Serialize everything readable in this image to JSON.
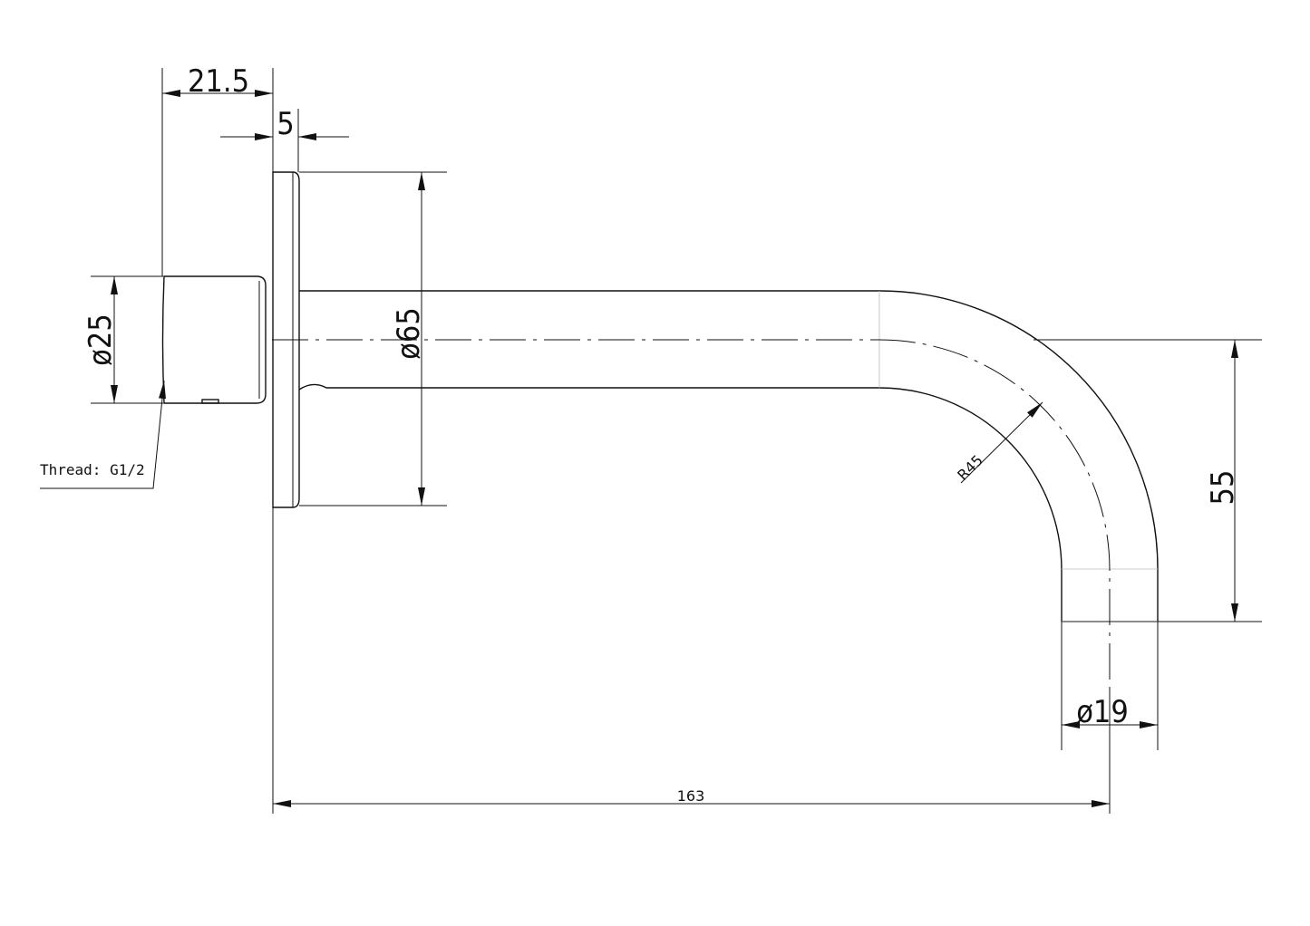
{
  "drawing": {
    "dim_width_21_5": "21.5",
    "dim_flange_5": "5",
    "dim_dia_25": "ø25",
    "dim_dia_65": "ø65",
    "dim_radius_45": "R45",
    "dim_height_55": "55",
    "dim_dia_19": "ø19",
    "dim_length_163": "163",
    "thread_note": "Thread: G1/2",
    "colors": {
      "line": "#111111",
      "background": "#ffffff"
    }
  }
}
